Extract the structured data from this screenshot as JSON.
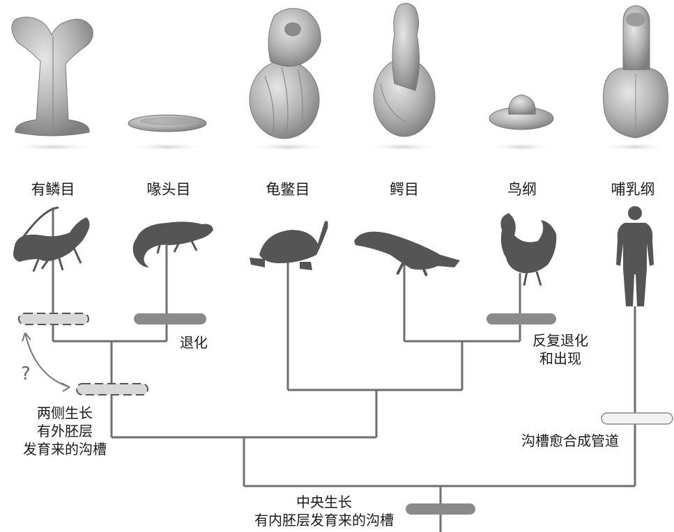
{
  "taxa": [
    {
      "name": "有鳞目"
    },
    {
      "name": "喙头目"
    },
    {
      "name": "龟鳖目"
    },
    {
      "name": "鳄目"
    },
    {
      "name": "鸟纲"
    },
    {
      "name": "哺乳纲"
    }
  ],
  "annotations": {
    "lost": "退化",
    "repeated_line1": "反复退化",
    "repeated_line2": "和出现",
    "bilateral_line1": "两侧生长",
    "bilateral_line2": "有外胚层",
    "bilateral_line3": "发育来的沟槽",
    "fusion": "沟槽愈合成管道",
    "central_line1": "中央生长",
    "central_line2": "有内胚层发育来的沟槽",
    "uncertain": "?"
  },
  "colors": {
    "tree_line": "#6e6e6e",
    "bar_dark": "#8a8a8a",
    "bar_light": "#d8d8d8",
    "bar_white": "#f2f2f2",
    "silhouette": "#555555",
    "organ": "#a8a8a8"
  },
  "icons": [
    "hemipenis-icon",
    "lizard-icon",
    "tuatara-icon",
    "turtle-icon",
    "crocodile-icon",
    "rooster-icon",
    "human-icon"
  ]
}
